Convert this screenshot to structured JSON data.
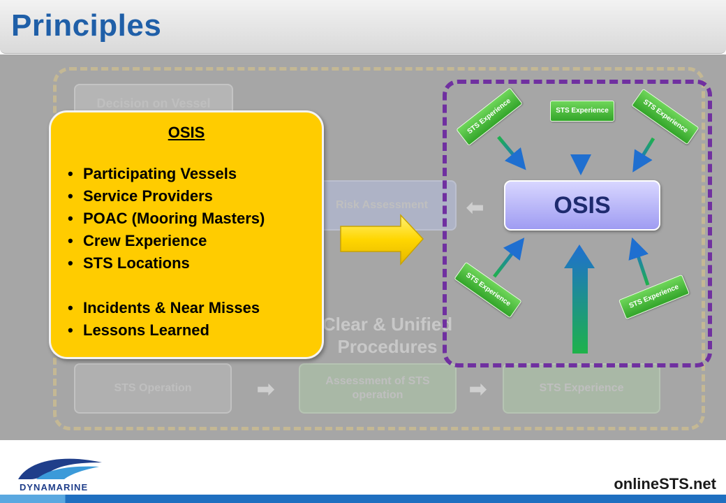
{
  "header": {
    "title": "Principles"
  },
  "background": {
    "decision": "Decision on Vessel",
    "risk_assessment": "Risk Assessment",
    "procedures": "Clear & Unified Procedures",
    "sts_operation": "STS Operation",
    "assessment": "Assessment of STS operation",
    "sts_experience": "STS Experience",
    "arrow_glyph": "➡",
    "left_arrow_glyph": "⬅"
  },
  "osis_card": {
    "title": "OSIS",
    "items": [
      "Participating Vessels",
      "Service Providers",
      "POAC (Mooring Masters)",
      "Crew Experience",
      "STS Locations",
      "Incidents & Near Misses",
      "Lessons Learned"
    ]
  },
  "diagram": {
    "center": "OSIS",
    "sts_tags": {
      "top_left": "STS Experience",
      "top_mid": "STS Experience",
      "top_right": "STS Experience",
      "bottom_left": "STS Experience",
      "bottom_right": "STS Experience"
    }
  },
  "footer": {
    "logo": "DYNAMARINE",
    "website": "onlineSTS.net"
  },
  "colors": {
    "title": "#1f5fa8",
    "osis_card": "#ffcc00",
    "osis_box": "#a9a6f5",
    "dash_osis": "#7030a0",
    "sts_tag": "#3cab31"
  }
}
